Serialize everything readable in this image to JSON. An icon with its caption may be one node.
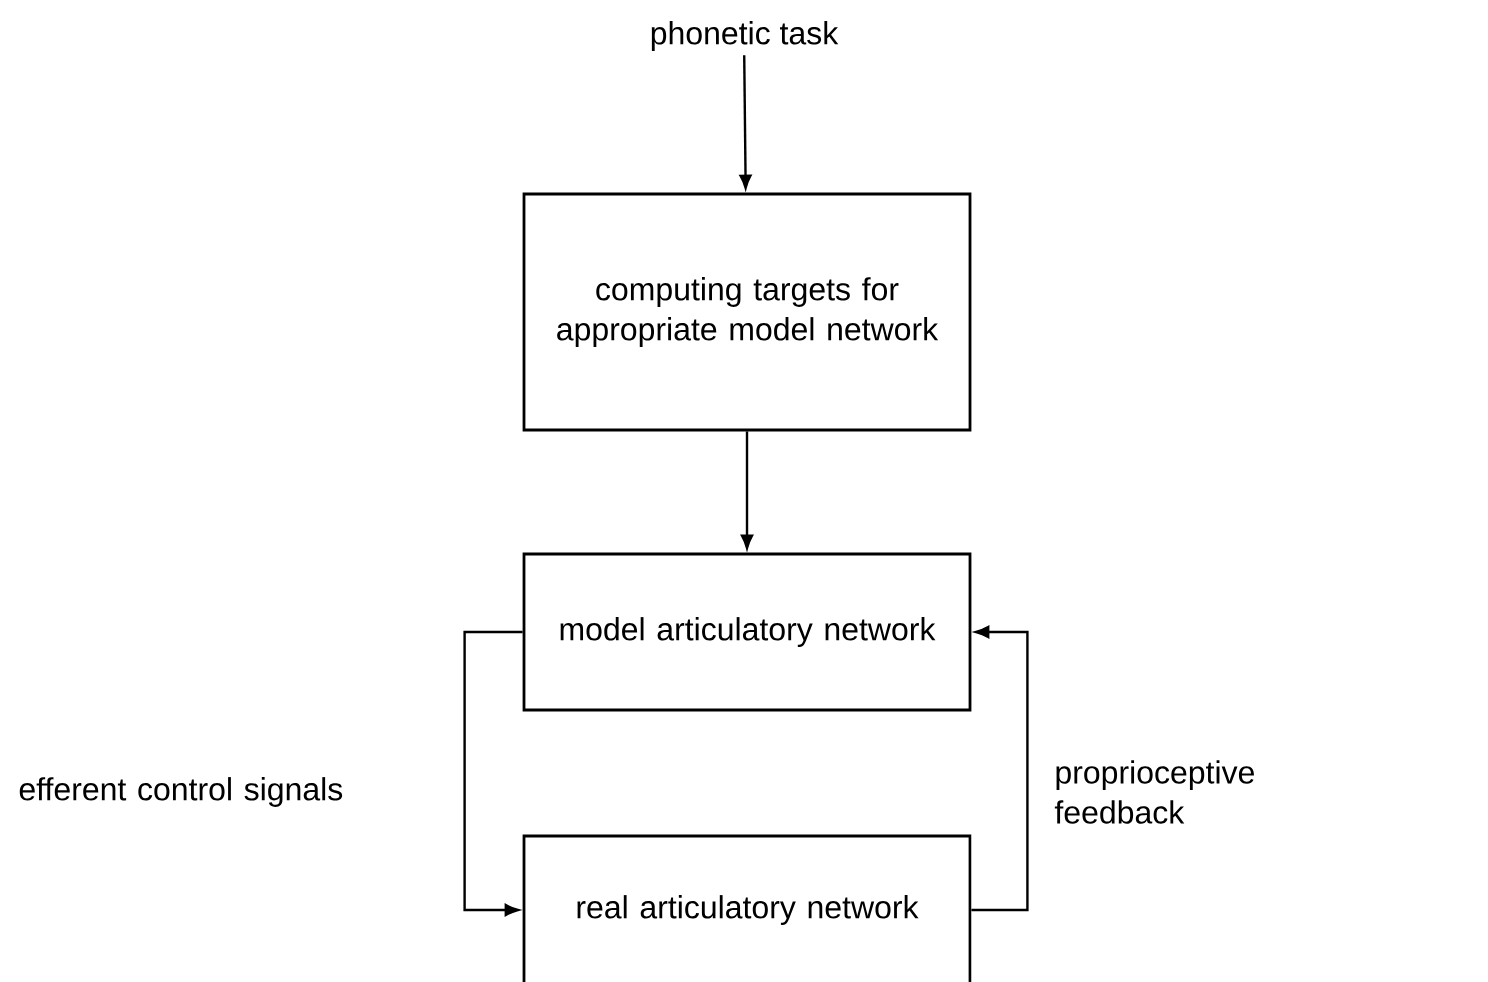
{
  "diagram": {
    "nodes": [
      {
        "text": [
          "phonetic task"
        ]
      },
      {
        "text": [
          "computing targets for appropriate model network"
        ]
      },
      {
        "text": [
          "model articulatory network"
        ]
      },
      {
        "text": [
          "real articulatory network"
        ]
      }
    ],
    "edges": [
      {
        "from": 0,
        "to": 1,
        "arrow": "to"
      },
      {
        "from": 1,
        "to": 2,
        "arrow": "to"
      },
      {
        "from": 2,
        "to": 3,
        "arrow": "to",
        "label": "efferent control signals"
      },
      {
        "from": 3,
        "to": 2,
        "arrow": "to",
        "label": "proprioceptive feedback"
      }
    ]
  }
}
